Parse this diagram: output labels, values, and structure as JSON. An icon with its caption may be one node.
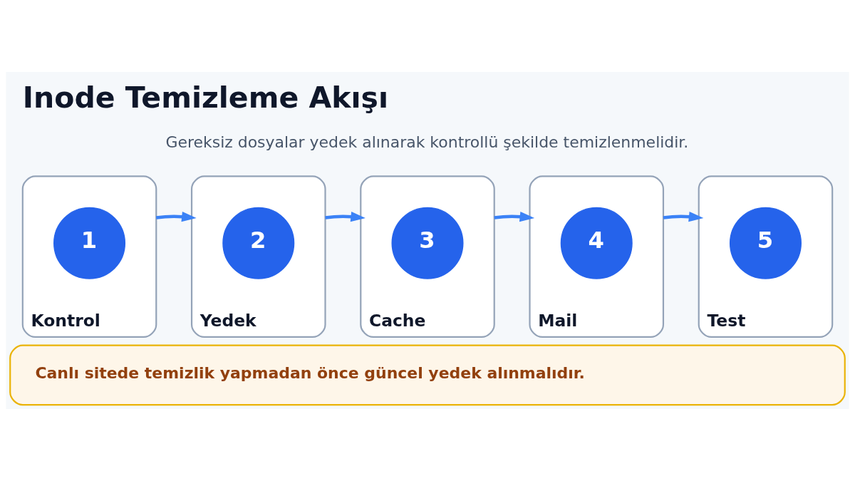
{
  "diagram": {
    "title": "Inode Temizleme Akışı",
    "nodes": [
      {
        "text": [
          "Kontrol"
        ]
      },
      {
        "text": [
          "1"
        ],
        "in": 0
      },
      {
        "text": [
          "Yedek"
        ]
      },
      {
        "text": [
          "2"
        ],
        "in": 2
      },
      {
        "text": [
          "Cache"
        ]
      },
      {
        "text": [
          "3"
        ],
        "in": 4
      },
      {
        "text": [
          "Mail"
        ]
      },
      {
        "text": [
          "4"
        ],
        "in": 6
      },
      {
        "text": [
          "Test"
        ]
      },
      {
        "text": [
          "5"
        ],
        "in": 8
      },
      {
        "text": [
          "Canlı sitede temizlik yapmadan önce güncel yedek alınmalıdır."
        ]
      }
    ],
    "edges": [
      {
        "from": 0,
        "to": 2,
        "arrow": "to"
      },
      {
        "from": 2,
        "to": 4,
        "arrow": "to"
      },
      {
        "from": 4,
        "to": 6,
        "arrow": "to"
      },
      {
        "from": 6,
        "to": 8,
        "arrow": "to"
      }
    ],
    "labels": [
      "Gereksiz dosyalar yedek alınarak kontrollü şekilde temizlenmelidir."
    ]
  }
}
